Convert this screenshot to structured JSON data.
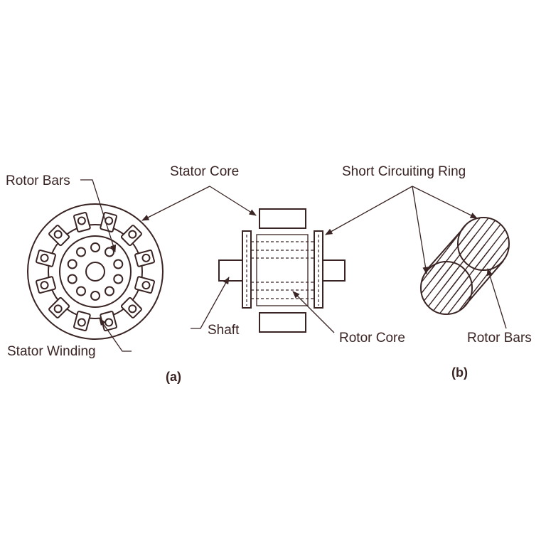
{
  "labels": {
    "rotor_bars_left": "Rotor Bars",
    "stator_core": "Stator Core",
    "short_circuiting_ring": "Short Circuiting Ring",
    "shaft": "Shaft",
    "rotor_core": "Rotor Core",
    "stator_winding": "Stator Winding",
    "rotor_bars_right": "Rotor Bars"
  },
  "captions": {
    "a": "(a)",
    "b": "(b)"
  },
  "colors": {
    "ink": "#3a2424",
    "background": "#ffffff"
  }
}
